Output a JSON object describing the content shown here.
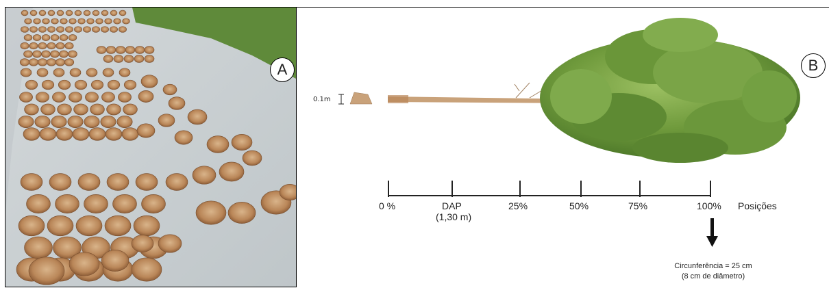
{
  "panel_a": {
    "label": "A"
  },
  "panel_b": {
    "label": "B",
    "scale_bar_label": "0.1m",
    "positions": [
      {
        "label": "0 %",
        "sub": ""
      },
      {
        "label": "DAP",
        "sub": "(1,30 m)"
      },
      {
        "label": "25%",
        "sub": ""
      },
      {
        "label": "50%",
        "sub": ""
      },
      {
        "label": "75%",
        "sub": ""
      },
      {
        "label": "100%",
        "sub": ""
      }
    ],
    "axis_title": "Posições",
    "note_line1": "Circunferência = 25 cm",
    "note_line2": "(8 cm de diâmetro)"
  },
  "colors": {
    "grass": "#5f8a3a",
    "concrete": "#c9cfd2",
    "wood": "#b5825a",
    "foliage": "#6f9a3c",
    "trunk": "#c9a27a"
  }
}
